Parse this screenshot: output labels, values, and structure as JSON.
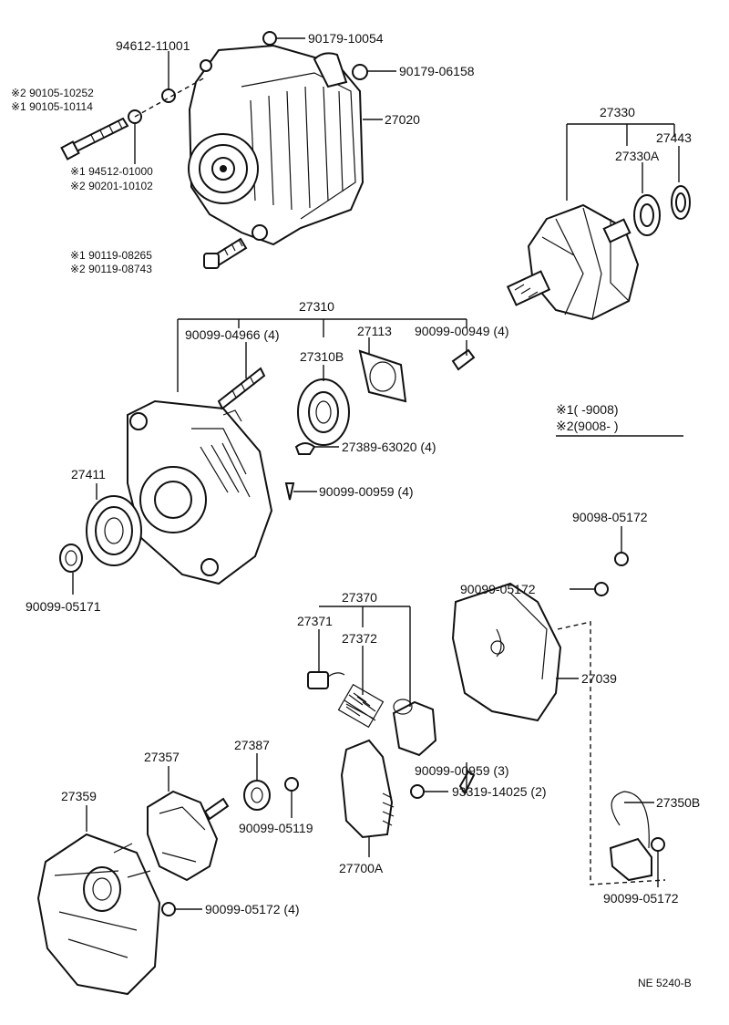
{
  "labels": {
    "p94612": "94612-11001",
    "p90179a": "90179-10054",
    "p90179b": "90179-06158",
    "p27020": "27020",
    "s90105a": "※2 90105-10252",
    "s90105b": "※1 90105-10114",
    "s94512": "※1 94512-01000",
    "s90201": "※2 90201-10102",
    "s90119a": "※1 90119-08265",
    "s90119b": "※2 90119-08743",
    "p27330": "27330",
    "p27443": "27443",
    "p27330A": "27330A",
    "p27310": "27310",
    "p90099_04966": "90099-04966 (4)",
    "p27113": "27113",
    "p90099_00949": "90099-00949 (4)",
    "p27310B": "27310B",
    "p27389": "27389-63020 (4)",
    "p27411": "27411",
    "p90099_00959_4": "90099-00959 (4)",
    "p90099_05171": "90099-05171",
    "p90098_05172": "90098-05172",
    "p90099_05172a": "90099-05172",
    "p27370": "27370",
    "p27371": "27371",
    "p27372": "27372",
    "p27039": "27039",
    "p90099_00959_3": "90099-00959 (3)",
    "p27357": "27357",
    "p27387": "27387",
    "p27359": "27359",
    "p90099_05119": "90099-05119",
    "p93319": "93319-14025 (2)",
    "p27350B": "27350B",
    "p27700A": "27700A",
    "p90099_05172_4": "90099-05172 (4)",
    "p90099_05172b": "90099-05172"
  },
  "legend": {
    "row1": "※1(       -9008)",
    "row2": "※2(9008-       )"
  },
  "footer": {
    "code": "NE 5240-B"
  }
}
